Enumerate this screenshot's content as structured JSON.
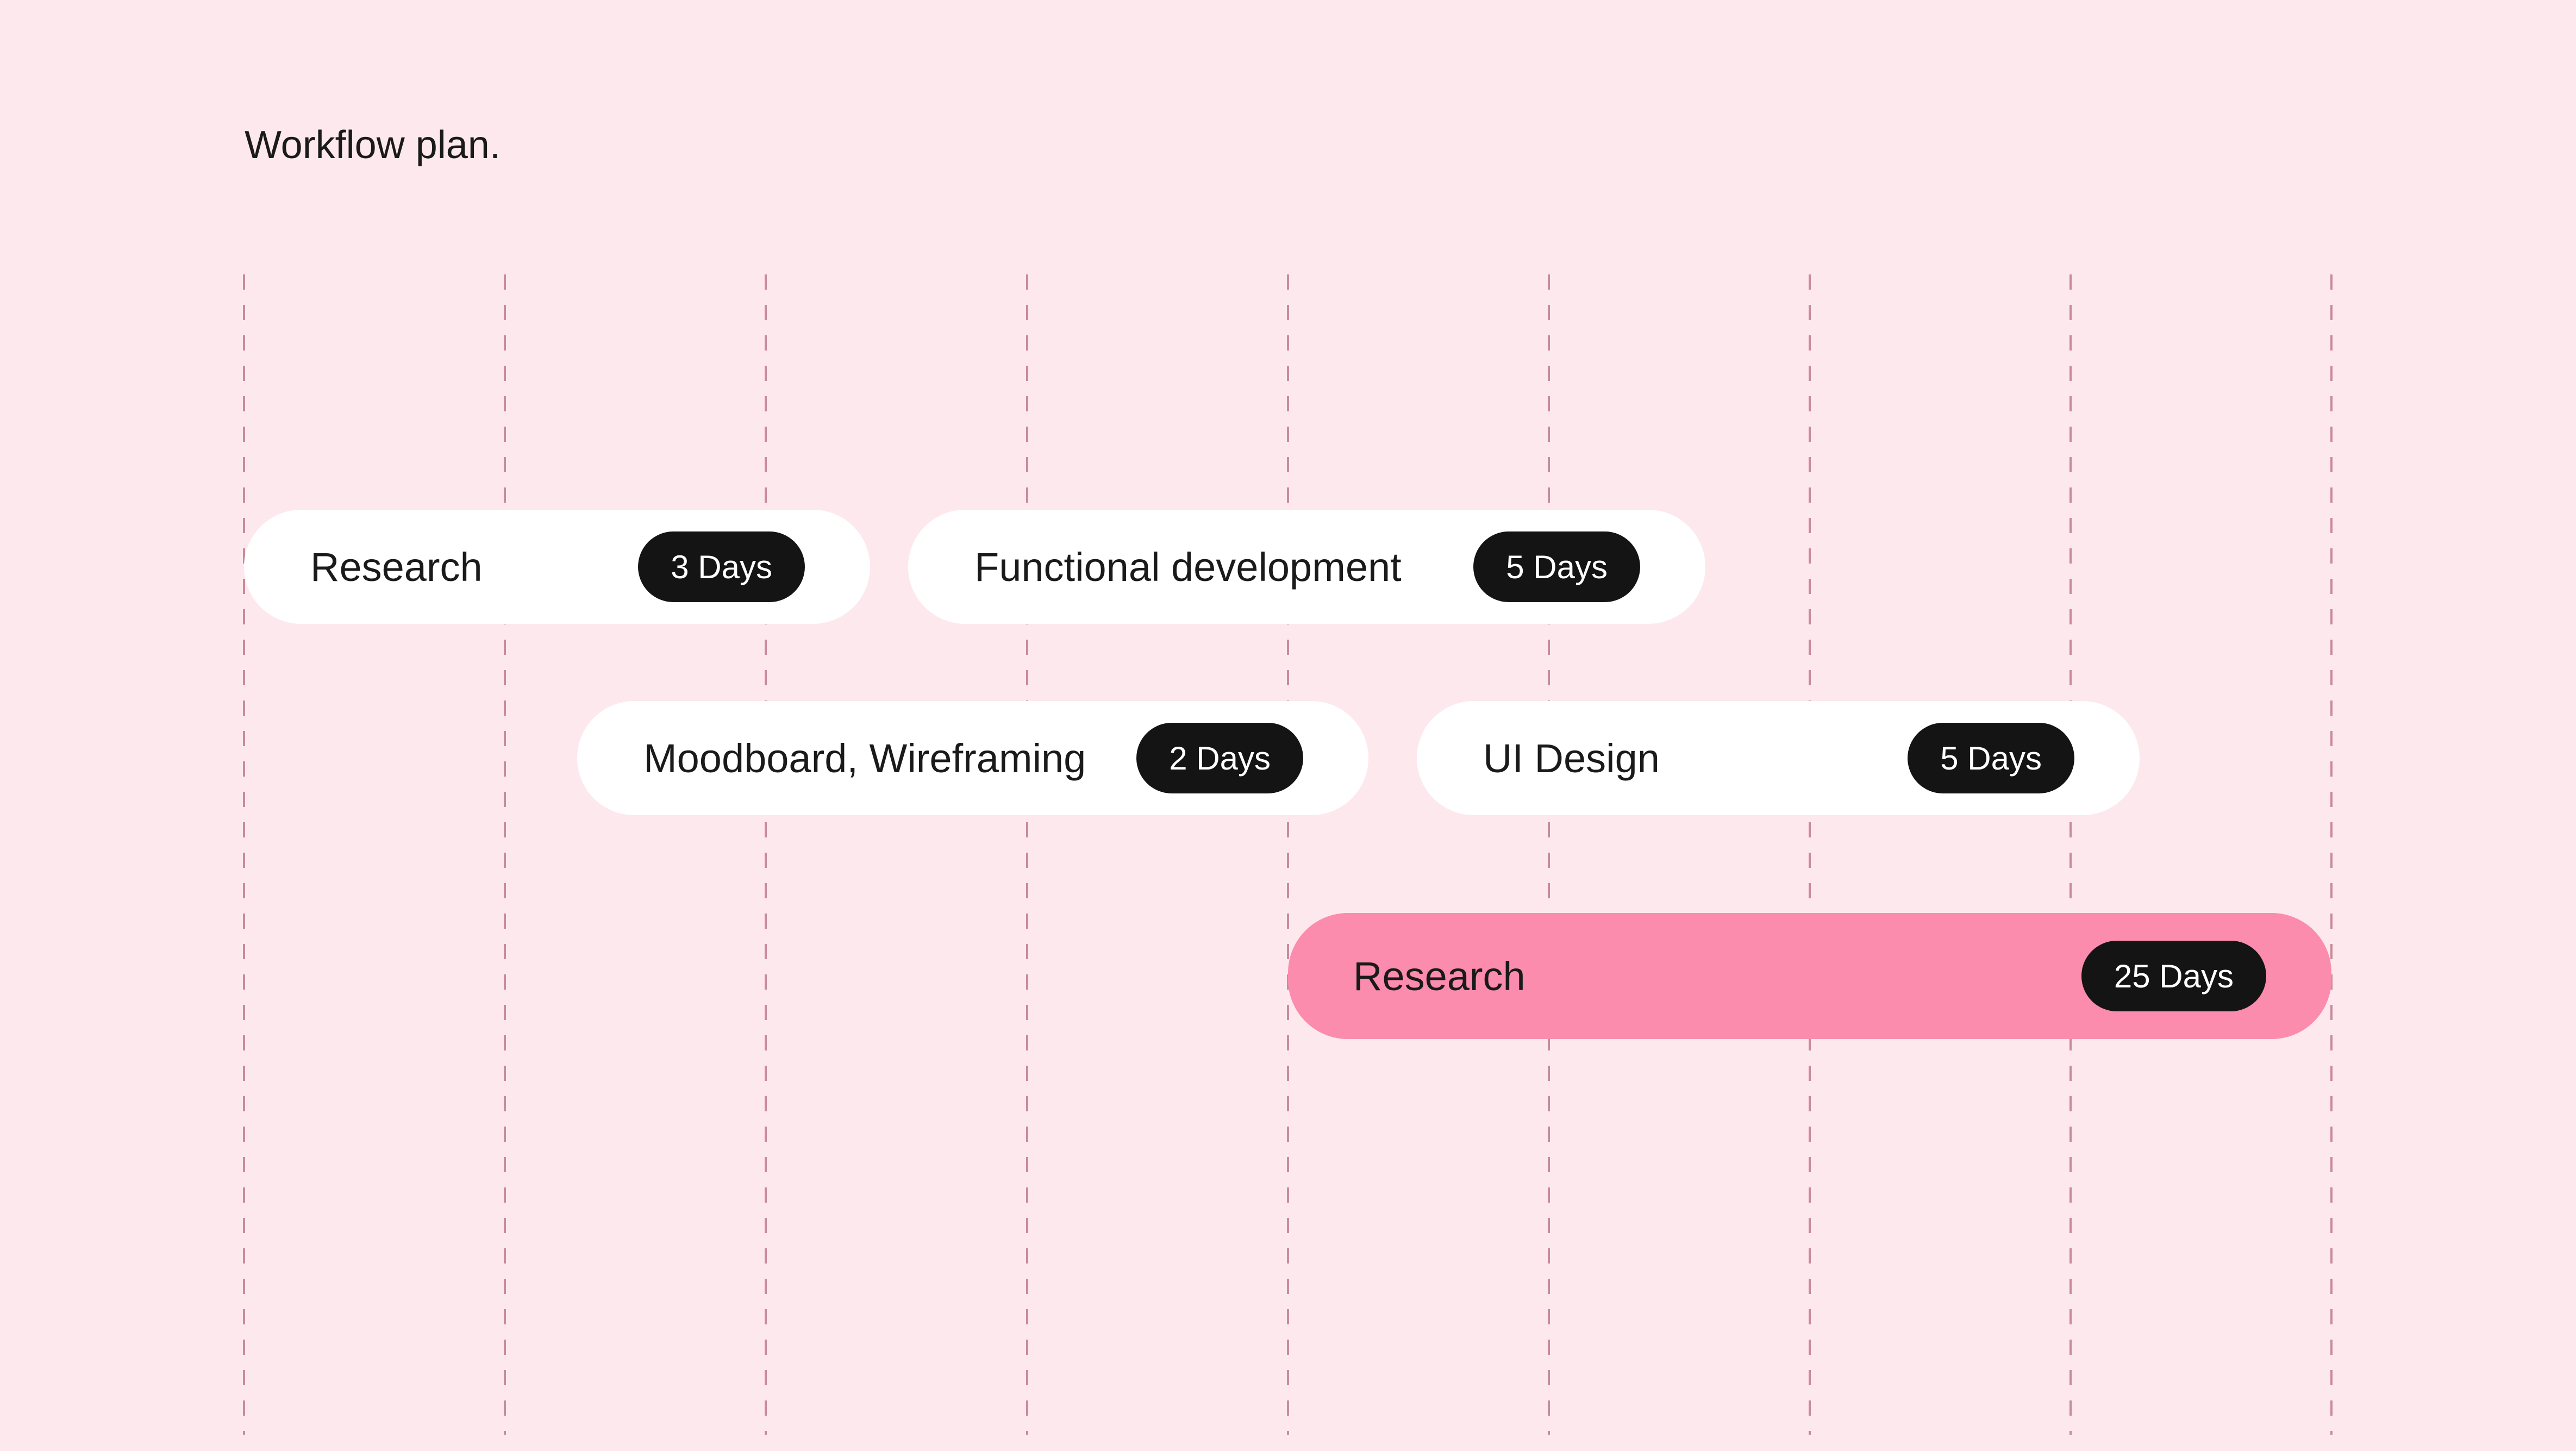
{
  "title": "Workflow plan.",
  "colors": {
    "background": "#FDE8EE",
    "bar": "#FFFFFF",
    "highlight_bar": "#FB8CAD",
    "pill": "#141414",
    "grid_line": "#C98A9C"
  },
  "tasks": [
    {
      "label": "Research",
      "duration": "3 Days"
    },
    {
      "label": "Functional development",
      "duration": "5 Days"
    },
    {
      "label": "Moodboard, Wireframing",
      "duration": "2 Days"
    },
    {
      "label": "UI Design",
      "duration": "5 Days"
    },
    {
      "label": "Research",
      "duration": "25 Days",
      "highlighted": true
    }
  ]
}
